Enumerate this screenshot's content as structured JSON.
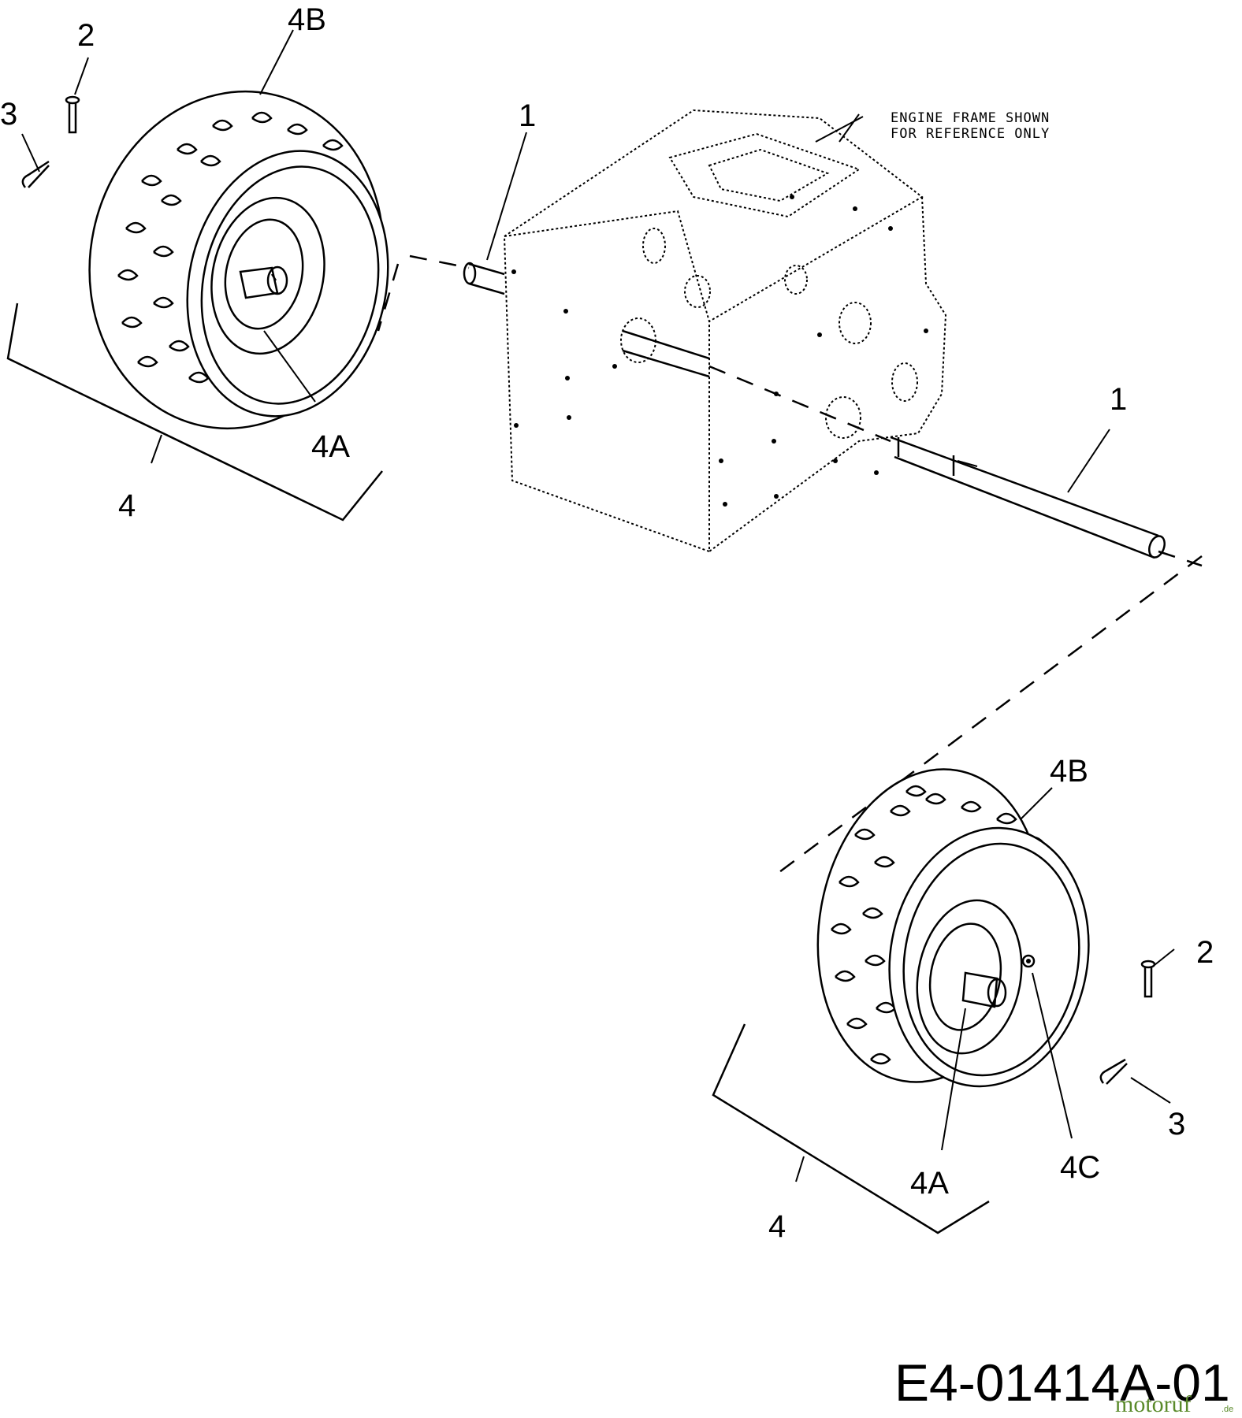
{
  "note": {
    "line1": "ENGINE FRAME SHOWN",
    "line2": "FOR REFERENCE ONLY"
  },
  "callouts": {
    "axle_left": "1",
    "axle_right": "1",
    "pin_left": "2",
    "pin_right": "2",
    "clip_left": "3",
    "clip_right": "3",
    "wheel_assembly_left": "4",
    "wheel_assembly_right": "4",
    "rim_left": "4A",
    "rim_right": "4A",
    "tire_left": "4B",
    "tire_right": "4B",
    "valve_right": "4C"
  },
  "document_number": "E4-01414A-01",
  "watermark": {
    "brand": "motoruf",
    "suffix": ".de"
  }
}
